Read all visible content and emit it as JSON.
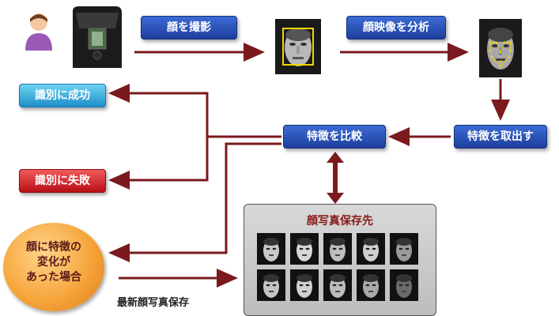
{
  "steps": {
    "capture": "顔を撮影",
    "analyze": "顔映像を分析",
    "extract": "特徴を取出す",
    "compare": "特徴を比較",
    "success": "識別に成功",
    "fail": "識別に失敗"
  },
  "storage": {
    "title": "顔写真保存先"
  },
  "change_note": {
    "line1": "顔に特徴の",
    "line2": "変化が",
    "line3": "あった場合"
  },
  "save_caption": "最新顔写真保存",
  "colors": {
    "arrow": "#7a1a1e",
    "blue_btn": "#2a52be",
    "cyan_btn": "#3fb2e2",
    "red_btn": "#d8232a",
    "circle": "#f6a63c"
  }
}
